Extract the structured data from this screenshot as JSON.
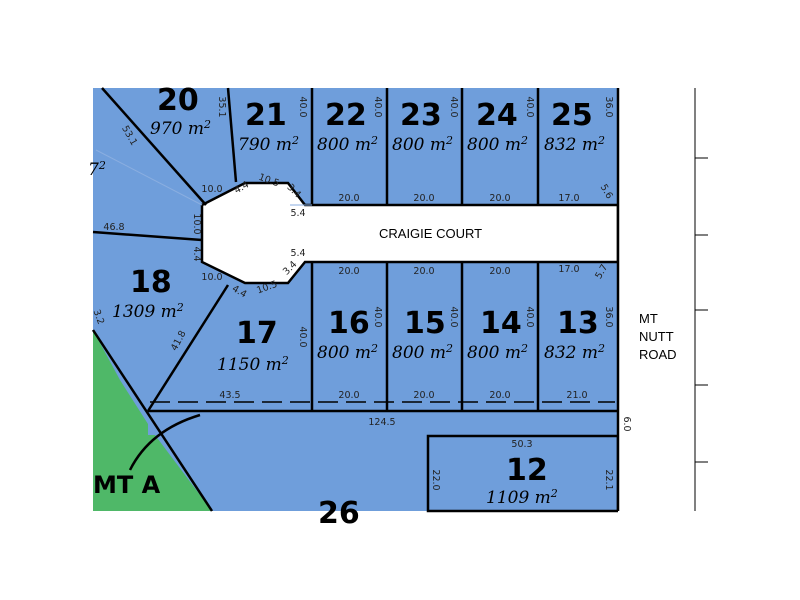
{
  "roads": {
    "craigie": "CRAIGIE COURT",
    "mt_nutt_1": "MT",
    "mt_nutt_2": "NUTT",
    "mt_nutt_3": "ROAD"
  },
  "reserve_label": "MT  A",
  "lots": {
    "l20": {
      "num": "20",
      "area": "970"
    },
    "l21": {
      "num": "21",
      "area": "790"
    },
    "l22": {
      "num": "22",
      "area": "800"
    },
    "l23": {
      "num": "23",
      "area": "800"
    },
    "l24": {
      "num": "24",
      "area": "800"
    },
    "l25": {
      "num": "25",
      "area": "832"
    },
    "l18": {
      "num": "18",
      "area": "1309"
    },
    "l17": {
      "num": "17",
      "area": "1150"
    },
    "l16": {
      "num": "16",
      "area": "800"
    },
    "l15": {
      "num": "15",
      "area": "800"
    },
    "l14": {
      "num": "14",
      "area": "800"
    },
    "l13": {
      "num": "13",
      "area": "832"
    },
    "l12": {
      "num": "12",
      "area": "1109"
    },
    "l26": {
      "num": "26"
    },
    "l19": {
      "area": "7"
    }
  },
  "unit": "m",
  "unit_sup": "2",
  "dims": {
    "d351": "35.1",
    "d531": "53.1",
    "d400a": "40.0",
    "d400b": "40.0",
    "d400c": "40.0",
    "d400d": "40.0",
    "d360a": "36.0",
    "d200a": "20.0",
    "d200b": "20.0",
    "d200c": "20.0",
    "d170a": "17.0",
    "d56": "5.6",
    "d100a": "10.0",
    "d44a": "4.4",
    "d105a": "10.5",
    "d34a": "3.4",
    "d54a": "5.4",
    "d100b": "10.0",
    "d468": "46.8",
    "d44b": "4.4",
    "d54b": "5.4",
    "d100c": "10.0",
    "d44c": "4.4",
    "d105b": "10.5",
    "d34b": "3.4",
    "d200d": "20.0",
    "d200e": "20.0",
    "d200f": "20.0",
    "d170b": "17.0",
    "d57": "5.7",
    "d400e": "40.0",
    "d400f": "40.0",
    "d400g": "40.0",
    "d400h": "40.0",
    "d360b": "36.0",
    "d418": "41.8",
    "d435": "43.5",
    "d200g": "20.0",
    "d200h": "20.0",
    "d200i": "20.0",
    "d210": "21.0",
    "d1245": "124.5",
    "d60": "6.0",
    "d503": "50.3",
    "d220": "22.0",
    "d221": "22.1",
    "d32": "3.2"
  }
}
